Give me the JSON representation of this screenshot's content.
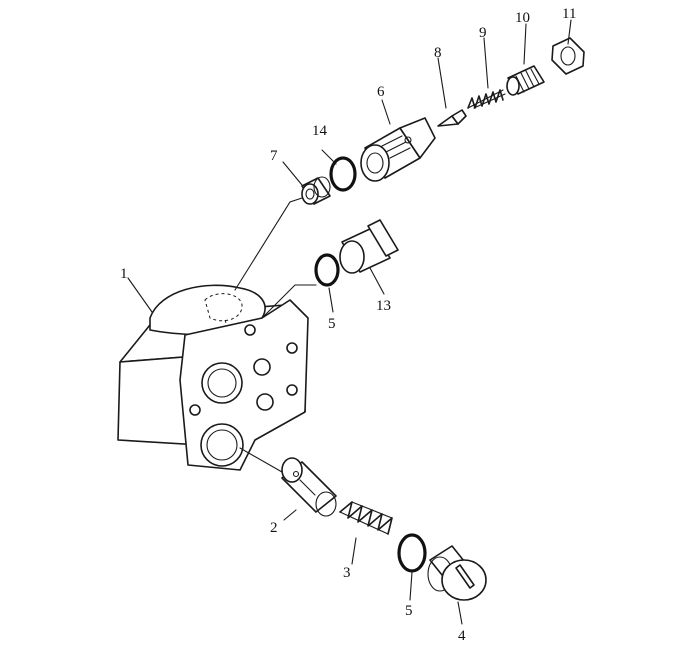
{
  "diagram": {
    "callouts": {
      "body": "1",
      "spool": "2",
      "spring_lower": "3",
      "plug_lower": "4",
      "oring_mid": "5",
      "oring_lower": "5",
      "valve_seat": "6",
      "sleeve": "7",
      "poppet": "8",
      "spring_upper": "9",
      "adjust_screw": "10",
      "lock_nut": "11",
      "plug_mid": "13",
      "oring_upper": "14"
    },
    "colors": {
      "line": "#1a1a1a",
      "background": "#ffffff"
    }
  }
}
